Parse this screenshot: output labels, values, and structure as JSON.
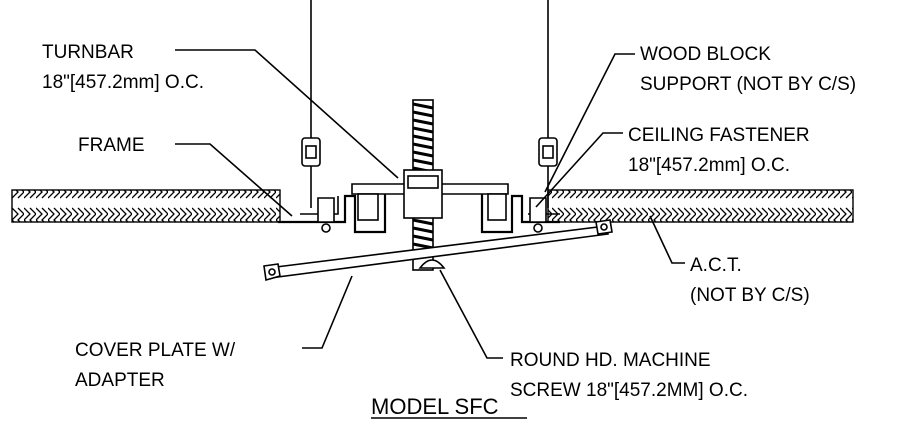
{
  "title": "MODEL SFC",
  "labels": {
    "turnbar": [
      "TURNBAR",
      "18\"[457.2mm] O.C."
    ],
    "wood_block": [
      "WOOD BLOCK",
      "SUPPORT (NOT BY C/S)"
    ],
    "frame": [
      "FRAME"
    ],
    "ceiling_fastener": [
      "CEILING FASTENER",
      "18\"[457.2mm] O.C."
    ],
    "act": [
      "A.C.T.",
      "(NOT BY C/S)"
    ],
    "cover_plate": [
      "COVER PLATE W/",
      "ADAPTER"
    ],
    "machine_screw": [
      "ROUND HD. MACHINE",
      "SCREW 18\"[457.2MM] O.C."
    ]
  },
  "colors": {
    "line": "#000000",
    "background": "#ffffff"
  }
}
